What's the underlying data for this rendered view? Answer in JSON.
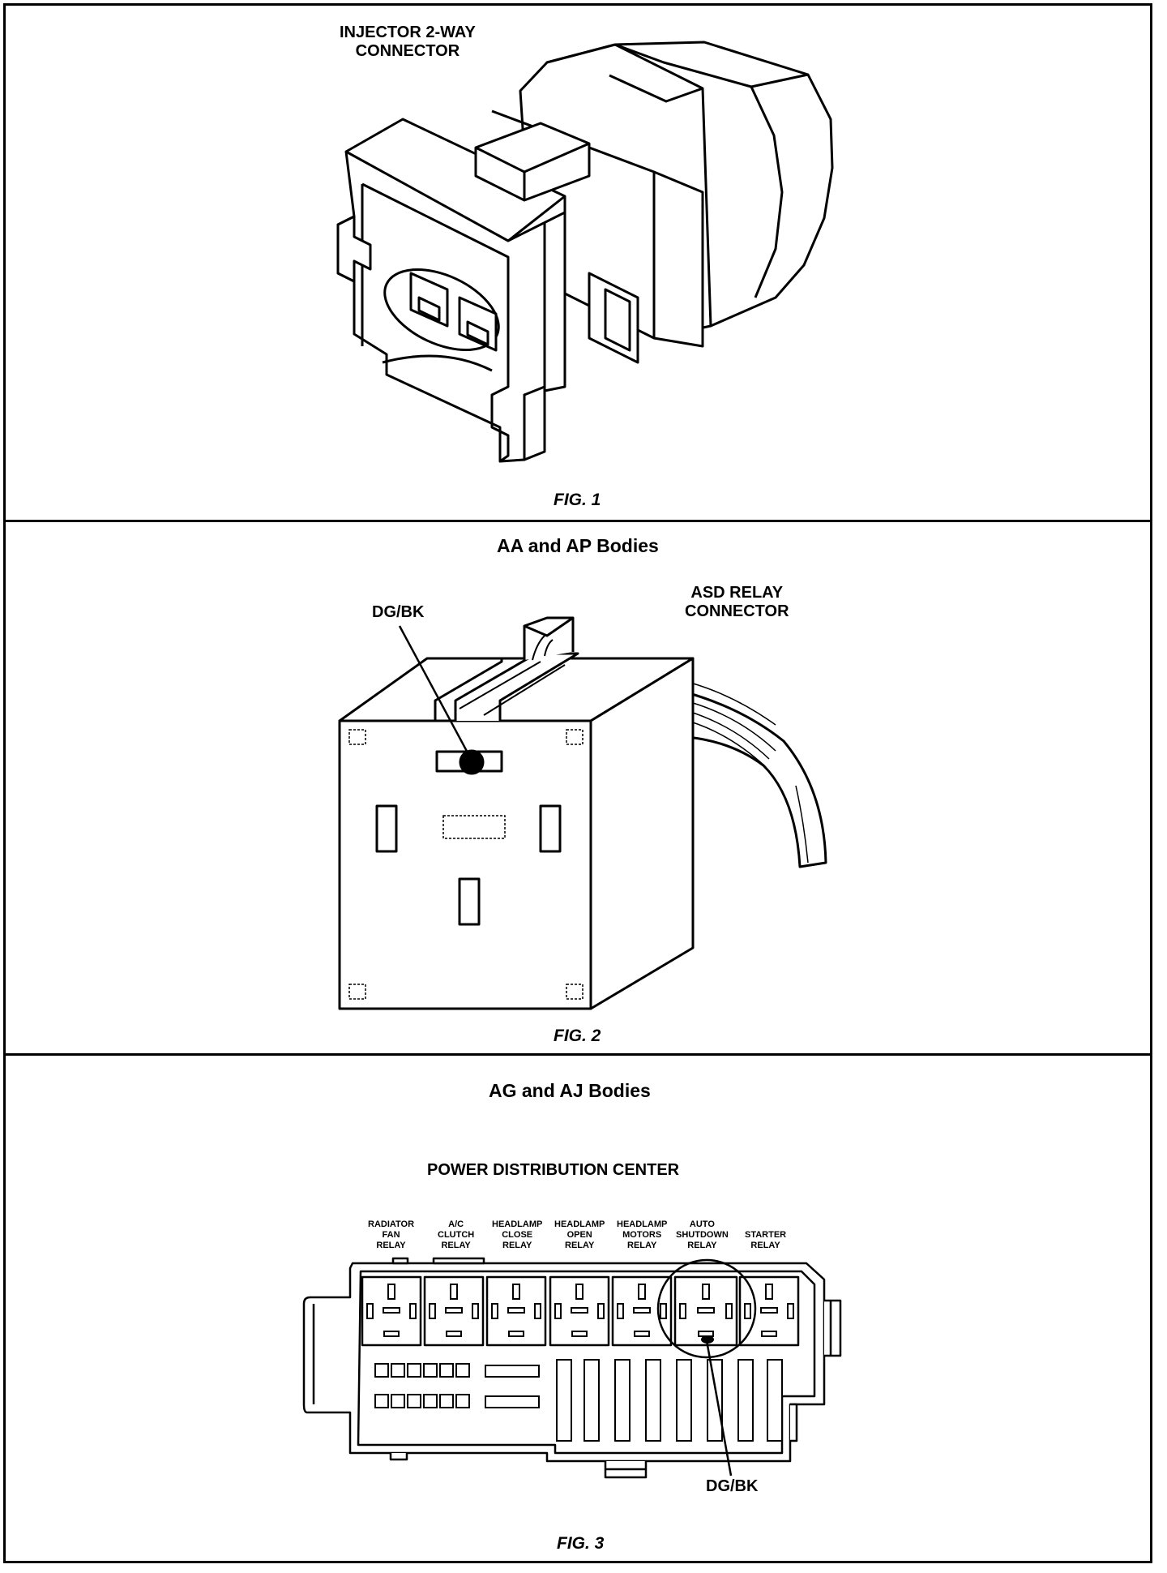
{
  "fig1": {
    "callout_line1": "INJECTOR 2-WAY",
    "callout_line2": "CONNECTOR",
    "caption": "FIG. 1"
  },
  "fig2": {
    "title": "AA and AP Bodies",
    "wire_label": "DG/BK",
    "callout_line1": "ASD RELAY",
    "callout_line2": "CONNECTOR",
    "caption": "FIG. 2"
  },
  "fig3": {
    "title": "AG and AJ Bodies",
    "subtitle": "POWER DISTRIBUTION CENTER",
    "relays": [
      [
        "RADIATOR",
        "FAN",
        "RELAY"
      ],
      [
        "A/C",
        "CLUTCH",
        "RELAY"
      ],
      [
        "HEADLAMP",
        "CLOSE",
        "RELAY"
      ],
      [
        "HEADLAMP",
        "OPEN",
        "RELAY"
      ],
      [
        "HEADLAMP",
        "MOTORS",
        "RELAY"
      ],
      [
        "AUTO",
        "SHUTDOWN",
        "RELAY"
      ],
      [
        "STARTER",
        "RELAY",
        ""
      ]
    ],
    "wire_label": "DG/BK",
    "caption": "FIG. 3"
  }
}
